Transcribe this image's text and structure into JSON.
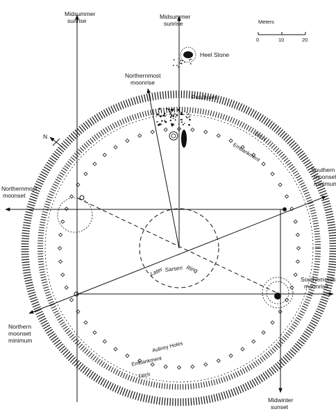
{
  "labels": {
    "midsummer_sunrise_left_1": "Midsummer",
    "midsummer_sunrise_left_2": "sunrise",
    "midsummer_sunrise_top_1": "Midsummer",
    "midsummer_sunrise_top_2": "sunrise",
    "heel_stone": "Heel Stone",
    "northernmost_moonrise_1": "Northernmost",
    "northernmost_moonrise_2": "moonrise",
    "postholes": "Postholes",
    "north": "N",
    "northernmost_moonset_1": "Northernmost",
    "northernmost_moonset_2": "moonset",
    "southern_moonset_min_1": "Southern",
    "southern_moonset_min_2": "moonset",
    "southern_moonset_min_3": "minimum",
    "southernmost_moonrise_1": "Southernmost",
    "southernmost_moonrise_2": "moonrise",
    "northern_moonset_min_1": "Northern",
    "northern_moonset_min_2": "moonset",
    "northern_moonset_min_3": "minimum",
    "midwinter_sunset_1": "Midwinter",
    "midwinter_sunset_2": "sunset",
    "ditch_top": "Ditch",
    "embankment_top": "Embankment",
    "aubrey_holes": "Aubrey Holes",
    "embankment_bottom": "Embankment",
    "ditch_bottom": "Ditch",
    "later_sarsen_ring_1": "Later",
    "later_sarsen_ring_2": "Sarsen",
    "later_sarsen_ring_3": "Ring"
  },
  "scale": {
    "title": "Meters",
    "ticks": [
      "0",
      "10",
      "20"
    ]
  },
  "colors": {
    "ink": "#111111",
    "paper": "#ffffff"
  }
}
